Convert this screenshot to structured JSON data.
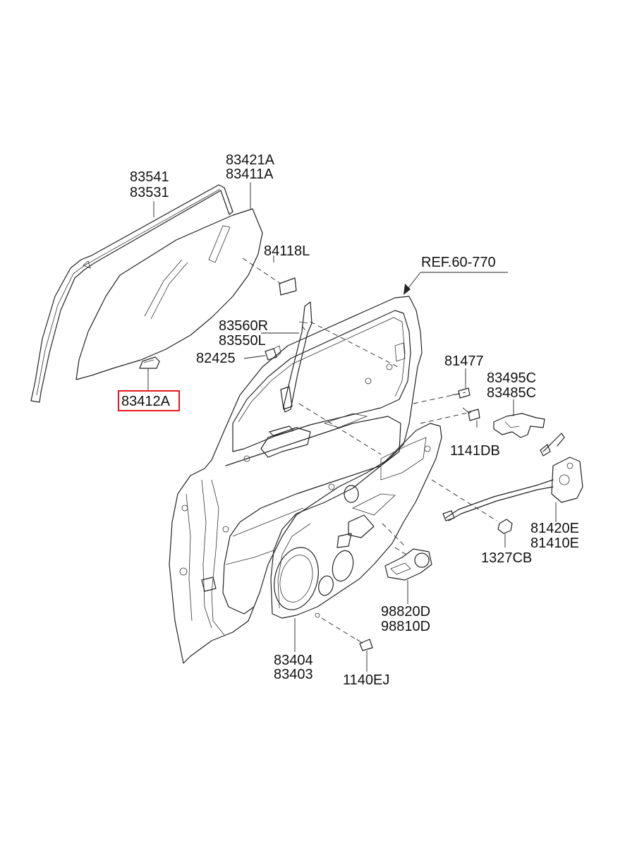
{
  "diagram": {
    "reference": "REF.60-770",
    "highlighted_part": "83412A",
    "labels": {
      "p83541": "83541",
      "p83531": "83531",
      "p83421A": "83421A",
      "p83411A": "83411A",
      "p84118L": "84118L",
      "p83560R": "83560R",
      "p83550L": "83550L",
      "p82425": "82425",
      "p83412A": "83412A",
      "p81477": "81477",
      "p83495C": "83495C",
      "p83485C": "83485C",
      "p1141DB": "1141DB",
      "p81420E": "81420E",
      "p81410E": "81410E",
      "p1327CB": "1327CB",
      "p98820D": "98820D",
      "p98810D": "98810D",
      "p83404": "83404",
      "p83403": "83403",
      "p1140EJ": "1140EJ"
    }
  }
}
